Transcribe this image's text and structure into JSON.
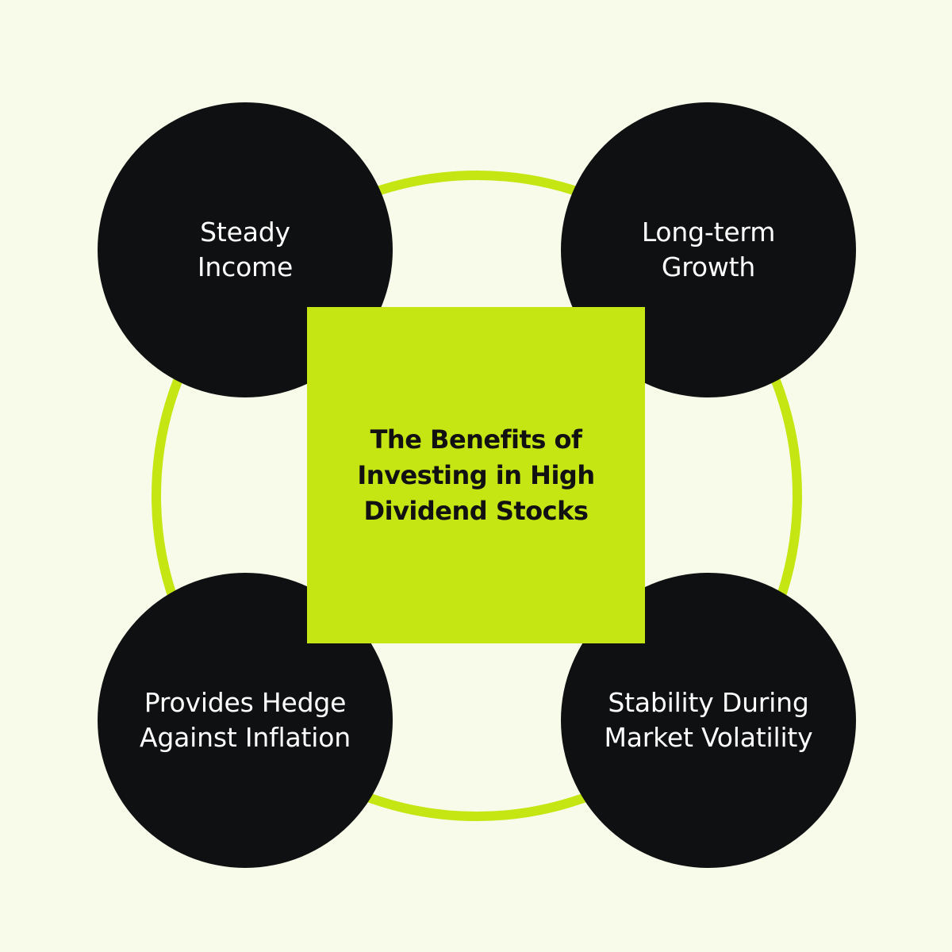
{
  "colors": {
    "background": "#f8fbea",
    "accent": "#c5e612",
    "node_fill": "#0f1011",
    "node_text": "#ffffff",
    "title_text": "#111111"
  },
  "center": {
    "title_lines": [
      "The Benefits of",
      "Investing in High",
      "Dividend Stocks"
    ]
  },
  "nodes": [
    {
      "id": "steady-income",
      "lines": [
        "Steady",
        "Income"
      ]
    },
    {
      "id": "long-term-growth",
      "lines": [
        "Long-term",
        "Growth"
      ]
    },
    {
      "id": "hedge-against-inflation",
      "lines": [
        "Provides Hedge",
        "Against Inflation"
      ]
    },
    {
      "id": "market-volatility-stability",
      "lines": [
        "Stability During",
        "Market Volatility"
      ]
    }
  ]
}
